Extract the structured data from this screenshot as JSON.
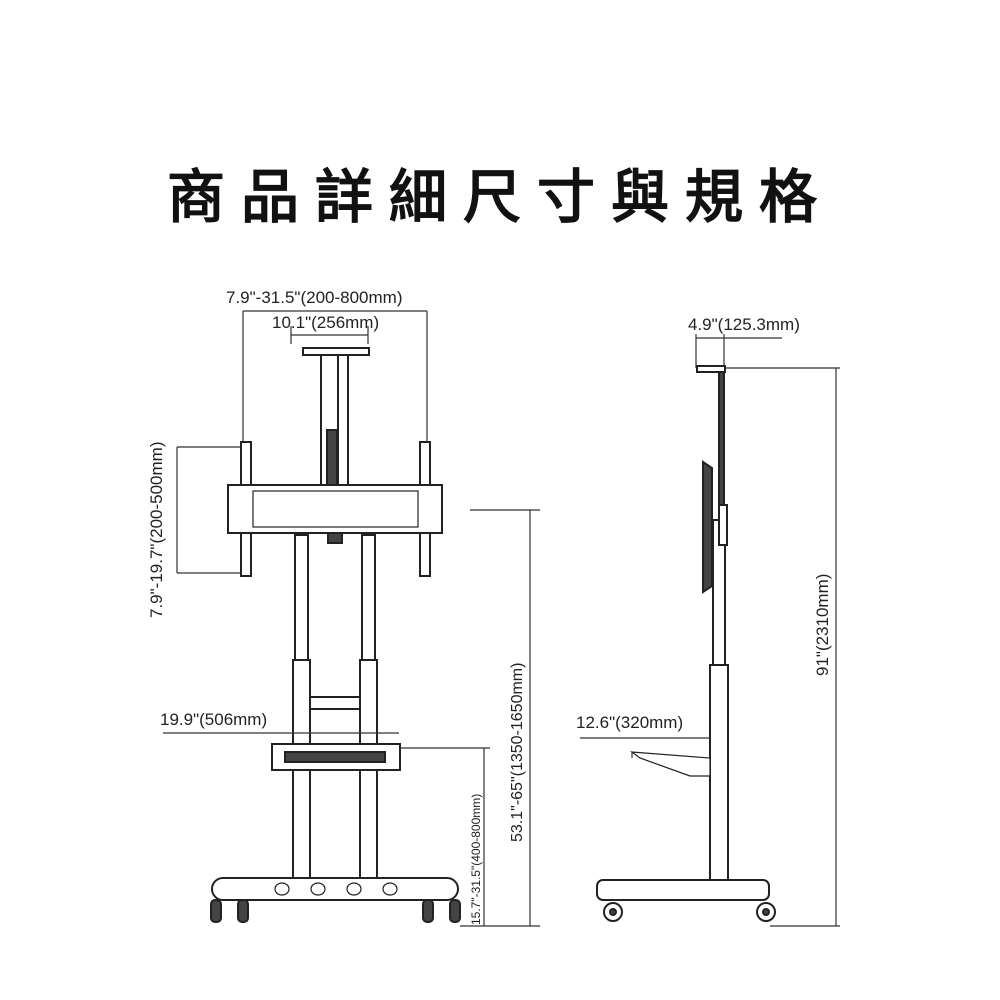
{
  "title": "商品詳細尺寸與規格",
  "front_view": {
    "vesa_width_range": "7.9\"-31.5\"(200-800mm)",
    "column_spacing": "10.1\"(256mm)",
    "vesa_height_range": "7.9\"-19.7\"(200-500mm)",
    "shelf_width": "19.9\"(506mm)",
    "mount_height_range": "53.1\"-65\"(1350-1650mm)",
    "shelf_height_range": "15.7\"-31.5\"(400-800mm)"
  },
  "side_view": {
    "top_depth": "4.9\"(125.3mm)",
    "total_height": "91\"(2310mm)",
    "shelf_depth": "12.6\"(320mm)"
  }
}
